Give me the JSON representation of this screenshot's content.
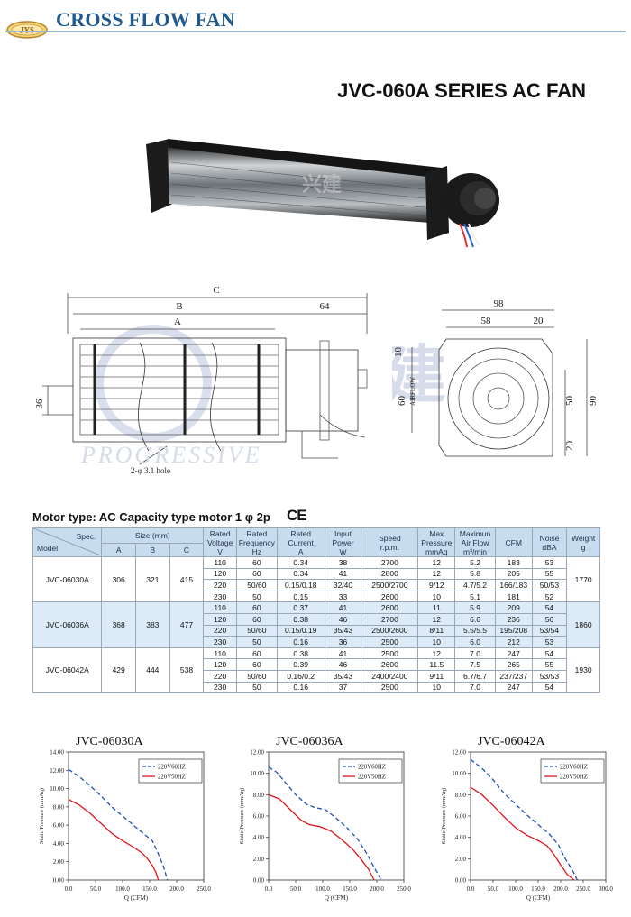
{
  "header": {
    "logo_text": "JYS",
    "title": "CROSS FLOW FAN"
  },
  "series_title": "JVC-060A SERIES AC FAN",
  "drawing": {
    "dim_c": "C",
    "dim_b": "B",
    "dim_a": "A",
    "dim_64": "64",
    "dim_36": "36",
    "hole_note": "2-φ 3.1 hole",
    "dim_98": "98",
    "dim_58": "58",
    "dim_20_top": "20",
    "dim_10": "10",
    "dim_60": "60",
    "dim_50": "50",
    "dim_90": "90",
    "dim_20_bottom": "20",
    "airflow": "AIRFLOW",
    "watermark": "PROGRESSIVE",
    "watermark_cjk": "兴建"
  },
  "motor_line": "Motor type: AC Capacity type motor 1 φ 2p",
  "ce_mark": "CE",
  "table": {
    "head": {
      "spec": "Spec.",
      "model": "Model",
      "size": "Size (mm)",
      "a": "A",
      "b": "B",
      "c": "C",
      "voltage": [
        "Rated",
        "Voltage",
        "V"
      ],
      "frequency": [
        "Rated",
        "Frequency",
        "Hz"
      ],
      "current": [
        "Rated",
        "Current",
        "A"
      ],
      "power": [
        "Input",
        "Power",
        "W"
      ],
      "speed": [
        "Speed",
        "r.p.m."
      ],
      "pressure": [
        "Max",
        "Pressure",
        "mmAq"
      ],
      "airflow": [
        "Maximun",
        "Air Flow",
        "m³/min"
      ],
      "cfm": "CFM",
      "noise": [
        "Noise",
        "dBA"
      ],
      "weight": [
        "Weight",
        "g"
      ]
    },
    "models": [
      {
        "model": "JVC-06030A",
        "a": "306",
        "b": "321",
        "c": "415",
        "weight": "1770",
        "rows": [
          [
            "110",
            "60",
            "0.34",
            "38",
            "2700",
            "12",
            "5.2",
            "183",
            "53"
          ],
          [
            "120",
            "60",
            "0.34",
            "41",
            "2800",
            "12",
            "5.8",
            "205",
            "55"
          ],
          [
            "220",
            "50/60",
            "0.15/0.18",
            "32/40",
            "2500/2700",
            "9/12",
            "4.7/5.2",
            "166/183",
            "50/53"
          ],
          [
            "230",
            "50",
            "0.15",
            "33",
            "2600",
            "10",
            "5.1",
            "181",
            "52"
          ]
        ]
      },
      {
        "model": "JVC-06036A",
        "a": "368",
        "b": "383",
        "c": "477",
        "weight": "1860",
        "rows": [
          [
            "110",
            "60",
            "0.37",
            "41",
            "2600",
            "11",
            "5.9",
            "209",
            "54"
          ],
          [
            "120",
            "60",
            "0.38",
            "46",
            "2700",
            "12",
            "6.6",
            "236",
            "56"
          ],
          [
            "220",
            "50/60",
            "0.15/0.19",
            "35/43",
            "2500/2600",
            "8/11",
            "5.5/5.5",
            "195/208",
            "53/54"
          ],
          [
            "230",
            "50",
            "0.16",
            "36",
            "2500",
            "10",
            "6.0",
            "212",
            "53"
          ]
        ]
      },
      {
        "model": "JVC-06042A",
        "a": "429",
        "b": "444",
        "c": "538",
        "weight": "1930",
        "rows": [
          [
            "110",
            "60",
            "0.38",
            "41",
            "2500",
            "12",
            "7.0",
            "247",
            "54"
          ],
          [
            "120",
            "60",
            "0.39",
            "46",
            "2600",
            "11.5",
            "7.5",
            "265",
            "55"
          ],
          [
            "220",
            "50/60",
            "0.16/0.2",
            "35/43",
            "2400/2400",
            "9/11",
            "6.7/6.7",
            "237/237",
            "53/53"
          ],
          [
            "230",
            "50",
            "0.16",
            "37",
            "2500",
            "10",
            "7.0",
            "247",
            "54"
          ]
        ]
      }
    ]
  },
  "colors": {
    "header_blue": "#1f5a8e",
    "table_header": "#c8dcef",
    "table_band": "#dcebf7",
    "curve_60hz": "#1f4fb8",
    "curve_50hz": "#e0141c"
  },
  "chart_data": [
    {
      "type": "line",
      "title": "JVC-06030A",
      "xlabel": "Q (CFM)",
      "ylabel": "Static Pressure (mmAq)",
      "xlim": [
        0,
        250
      ],
      "ylim": [
        0,
        14
      ],
      "x_ticks": [
        "0.0",
        "50.0",
        "100.0",
        "150.0",
        "200.0",
        "250.0"
      ],
      "y_ticks": [
        "0.00",
        "2.00",
        "4.00",
        "6.00",
        "8.00",
        "10.00",
        "12.00",
        "14.00"
      ],
      "legend_position": "top-right",
      "series": [
        {
          "name": "220V60HZ",
          "style": "dashed",
          "color": "#1f4fb8",
          "points": [
            [
              0,
              12.1
            ],
            [
              20,
              11.3
            ],
            [
              40,
              10.3
            ],
            [
              60,
              9.2
            ],
            [
              80,
              8.0
            ],
            [
              100,
              7.0
            ],
            [
              120,
              6.0
            ],
            [
              140,
              5.0
            ],
            [
              155,
              4.3
            ],
            [
              165,
              3.0
            ],
            [
              175,
              1.6
            ],
            [
              183,
              0
            ]
          ]
        },
        {
          "name": "220V50HZ",
          "style": "solid",
          "color": "#e0141c",
          "points": [
            [
              0,
              8.8
            ],
            [
              20,
              8.2
            ],
            [
              40,
              7.3
            ],
            [
              60,
              6.2
            ],
            [
              80,
              5.1
            ],
            [
              100,
              4.3
            ],
            [
              120,
              3.6
            ],
            [
              135,
              3.0
            ],
            [
              145,
              2.4
            ],
            [
              155,
              1.6
            ],
            [
              162,
              0.8
            ],
            [
              166,
              0
            ]
          ]
        }
      ]
    },
    {
      "type": "line",
      "title": "JVC-06036A",
      "xlabel": "Q (CFM)",
      "ylabel": "Static Pressure (mmAq)",
      "xlim": [
        0,
        250
      ],
      "ylim": [
        0,
        12
      ],
      "x_ticks": [
        "0.0",
        "50.0",
        "100.0",
        "150.0",
        "200.0",
        "250.0"
      ],
      "y_ticks": [
        "0.00",
        "2.00",
        "4.00",
        "6.00",
        "8.00",
        "10.00",
        "12.00"
      ],
      "legend_position": "top-right",
      "series": [
        {
          "name": "220V60HZ",
          "style": "dashed",
          "color": "#1f4fb8",
          "points": [
            [
              0,
              10.6
            ],
            [
              15,
              10.1
            ],
            [
              30,
              9.2
            ],
            [
              50,
              8.0
            ],
            [
              70,
              7.1
            ],
            [
              85,
              6.8
            ],
            [
              105,
              6.6
            ],
            [
              125,
              5.8
            ],
            [
              145,
              4.9
            ],
            [
              165,
              3.8
            ],
            [
              180,
              2.6
            ],
            [
              195,
              1.2
            ],
            [
              208,
              0
            ]
          ]
        },
        {
          "name": "220V50HZ",
          "style": "solid",
          "color": "#e0141c",
          "points": [
            [
              0,
              8.0
            ],
            [
              20,
              7.6
            ],
            [
              40,
              6.6
            ],
            [
              60,
              5.6
            ],
            [
              75,
              5.2
            ],
            [
              95,
              5.0
            ],
            [
              115,
              4.6
            ],
            [
              135,
              3.8
            ],
            [
              155,
              2.9
            ],
            [
              170,
              2.0
            ],
            [
              185,
              1.0
            ],
            [
              195,
              0
            ]
          ]
        }
      ]
    },
    {
      "type": "line",
      "title": "JVC-06042A",
      "xlabel": "Q (CFM)",
      "ylabel": "Static Pressure (mmAq)",
      "xlim": [
        0,
        300
      ],
      "ylim": [
        0,
        12
      ],
      "x_ticks": [
        "0.0",
        "50.0",
        "100.0",
        "150.0",
        "200.0",
        "250.0",
        "300.0"
      ],
      "y_ticks": [
        "0.00",
        "2.00",
        "4.00",
        "6.00",
        "8.00",
        "10.00",
        "12.00"
      ],
      "legend_position": "top-right",
      "series": [
        {
          "name": "220V60HZ",
          "style": "dashed",
          "color": "#1f4fb8",
          "points": [
            [
              0,
              11.3
            ],
            [
              25,
              10.5
            ],
            [
              50,
              9.4
            ],
            [
              75,
              8.1
            ],
            [
              100,
              7.1
            ],
            [
              125,
              6.1
            ],
            [
              150,
              5.2
            ],
            [
              175,
              4.3
            ],
            [
              195,
              3.3
            ],
            [
              210,
              2.0
            ],
            [
              225,
              1.0
            ],
            [
              237,
              0
            ]
          ]
        },
        {
          "name": "220V50HZ",
          "style": "solid",
          "color": "#e0141c",
          "points": [
            [
              0,
              8.7
            ],
            [
              25,
              8.0
            ],
            [
              50,
              7.0
            ],
            [
              75,
              5.9
            ],
            [
              100,
              4.9
            ],
            [
              125,
              4.2
            ],
            [
              150,
              3.7
            ],
            [
              170,
              3.2
            ],
            [
              185,
              2.4
            ],
            [
              200,
              1.4
            ],
            [
              215,
              0.5
            ],
            [
              230,
              0
            ]
          ]
        }
      ]
    }
  ]
}
